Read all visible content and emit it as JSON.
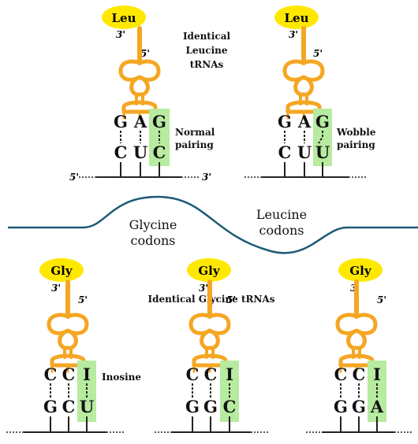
{
  "colors": {
    "trna": "#f5a623",
    "aa_label": "#ffe800",
    "wobble_box": "#b6eba0",
    "divider": "#1c5a78",
    "text": "#111111"
  },
  "icons": [
    "trna-cloverleaf-icon"
  ],
  "top": {
    "label_identical": [
      "Identical",
      "Leucine",
      "tRNAs"
    ],
    "panels": [
      {
        "amino_acid": "Leu",
        "end3": "3'",
        "end5": "5'",
        "anticodon": [
          "G",
          "A",
          "G"
        ],
        "codon": [
          "C",
          "U",
          "C"
        ],
        "pairing_label": [
          "Normal",
          "pairing"
        ],
        "mrna_left": "5'",
        "mrna_right": "3'"
      },
      {
        "amino_acid": "Leu",
        "end3": "3'",
        "end5": "5'",
        "anticodon": [
          "G",
          "A",
          "G"
        ],
        "codon": [
          "C",
          "U",
          "U"
        ],
        "pairing_label": [
          "Wobble",
          "pairing"
        ]
      }
    ]
  },
  "middle": {
    "glycine_label": [
      "Glycine",
      "codons"
    ],
    "leucine_label": [
      "Leucine",
      "codons"
    ]
  },
  "bottom": {
    "label_identical": "Identical Glycine tRNAs",
    "panels": [
      {
        "amino_acid": "Gly",
        "end3": "3'",
        "end5": "5'",
        "anticodon": [
          "C",
          "C",
          "I"
        ],
        "codon": [
          "G",
          "C",
          "U"
        ],
        "side_label": "Inosine"
      },
      {
        "amino_acid": "Gly",
        "end3": "3'",
        "end5": "5'",
        "anticodon": [
          "C",
          "C",
          "I"
        ],
        "codon": [
          "G",
          "G",
          "C"
        ]
      },
      {
        "amino_acid": "Gly",
        "end3": "3'",
        "end5": "5'",
        "anticodon": [
          "C",
          "C",
          "I"
        ],
        "codon": [
          "G",
          "G",
          "A"
        ]
      }
    ]
  }
}
